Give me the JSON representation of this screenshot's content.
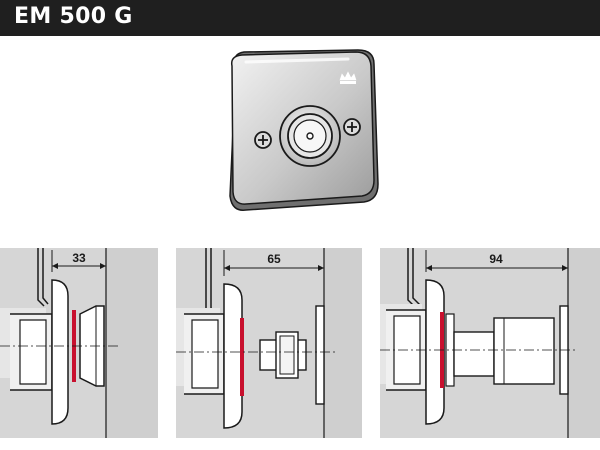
{
  "header": {
    "title": "EM 500 G"
  },
  "product": {
    "logo_icon": "crown-logo-icon"
  },
  "diagrams": [
    {
      "name": "mounting-diagram-33",
      "dimension_label": "33"
    },
    {
      "name": "mounting-diagram-65",
      "dimension_label": "65"
    },
    {
      "name": "mounting-diagram-94",
      "dimension_label": "94"
    }
  ],
  "colors": {
    "header_background": "#1f1f1f",
    "header_text": "#ffffff",
    "wall_gray": "#d6d6d6",
    "magnet_plate_red": "#c8102e"
  }
}
